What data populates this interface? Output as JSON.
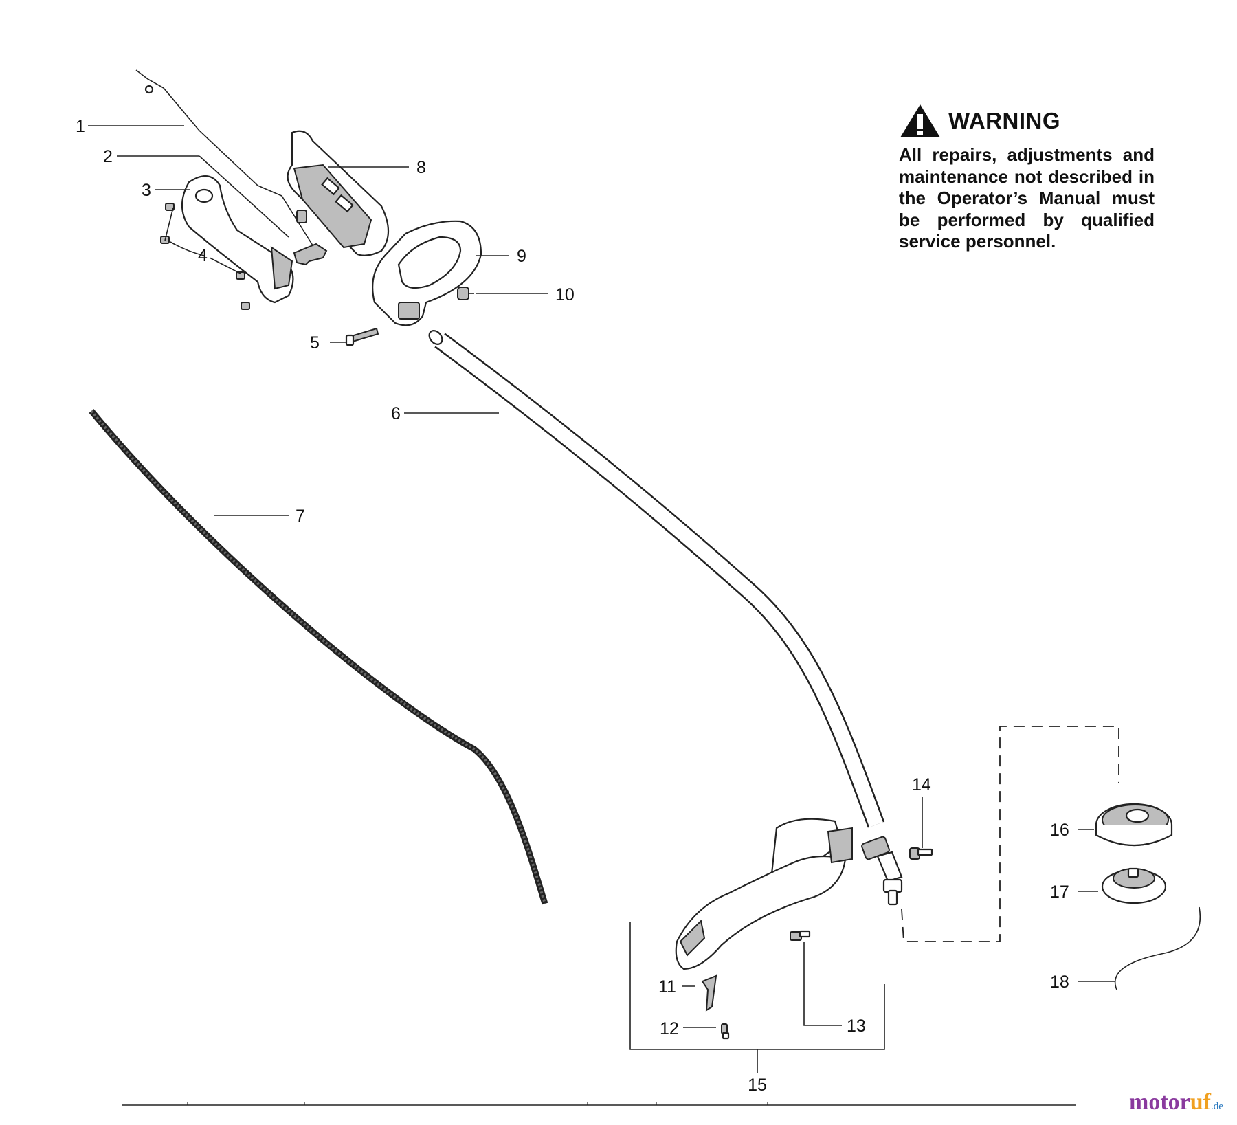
{
  "warning": {
    "title": "WARNING",
    "text": "All repairs, adjustments and maintenance not described in the Operator’s Manual must be performed by qualified service personnel."
  },
  "callouts": [
    "1",
    "2",
    "3",
    "4",
    "5",
    "6",
    "7",
    "8",
    "9",
    "10",
    "11",
    "12",
    "13",
    "14",
    "15",
    "16",
    "17",
    "18"
  ],
  "watermark": {
    "main": "motor",
    "accent": "uf",
    "tld": ".de"
  },
  "icons": {
    "warning": "warning-triangle-icon"
  }
}
